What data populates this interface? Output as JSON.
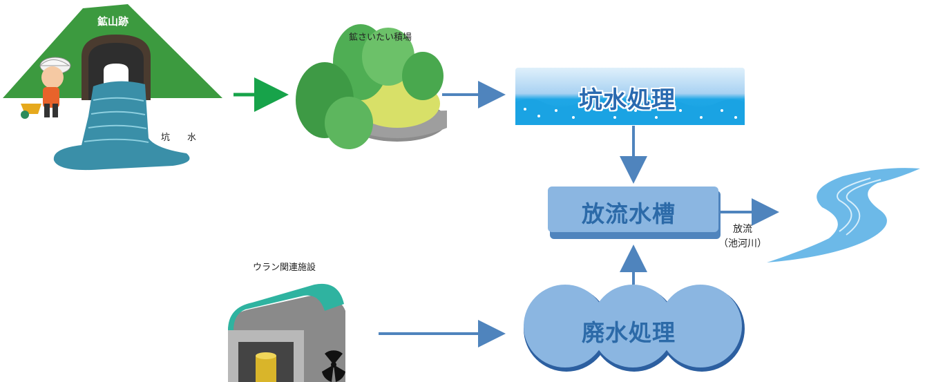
{
  "labels": {
    "mine_site": "鉱山跡",
    "mine_water": "坑　水",
    "ore_stockpile": "鉱さいたい積場",
    "mine_water_treatment": "坑水処理",
    "discharge_tank": "放流水槽",
    "release": "放流",
    "river": "（池河川）",
    "uranium_facility": "ウラン関連施設",
    "wastewater_treatment": "廃水処理"
  },
  "colors": {
    "mountain_green": "#3c9a3f",
    "arrow_green": "#17a34a",
    "arrow_blue": "#4f84bd",
    "tank_blue": "#8bb6e1",
    "water_teal": "#3a8fa8",
    "river_blue": "#6cb9e8",
    "facility_teal": "#2fb3a0"
  }
}
